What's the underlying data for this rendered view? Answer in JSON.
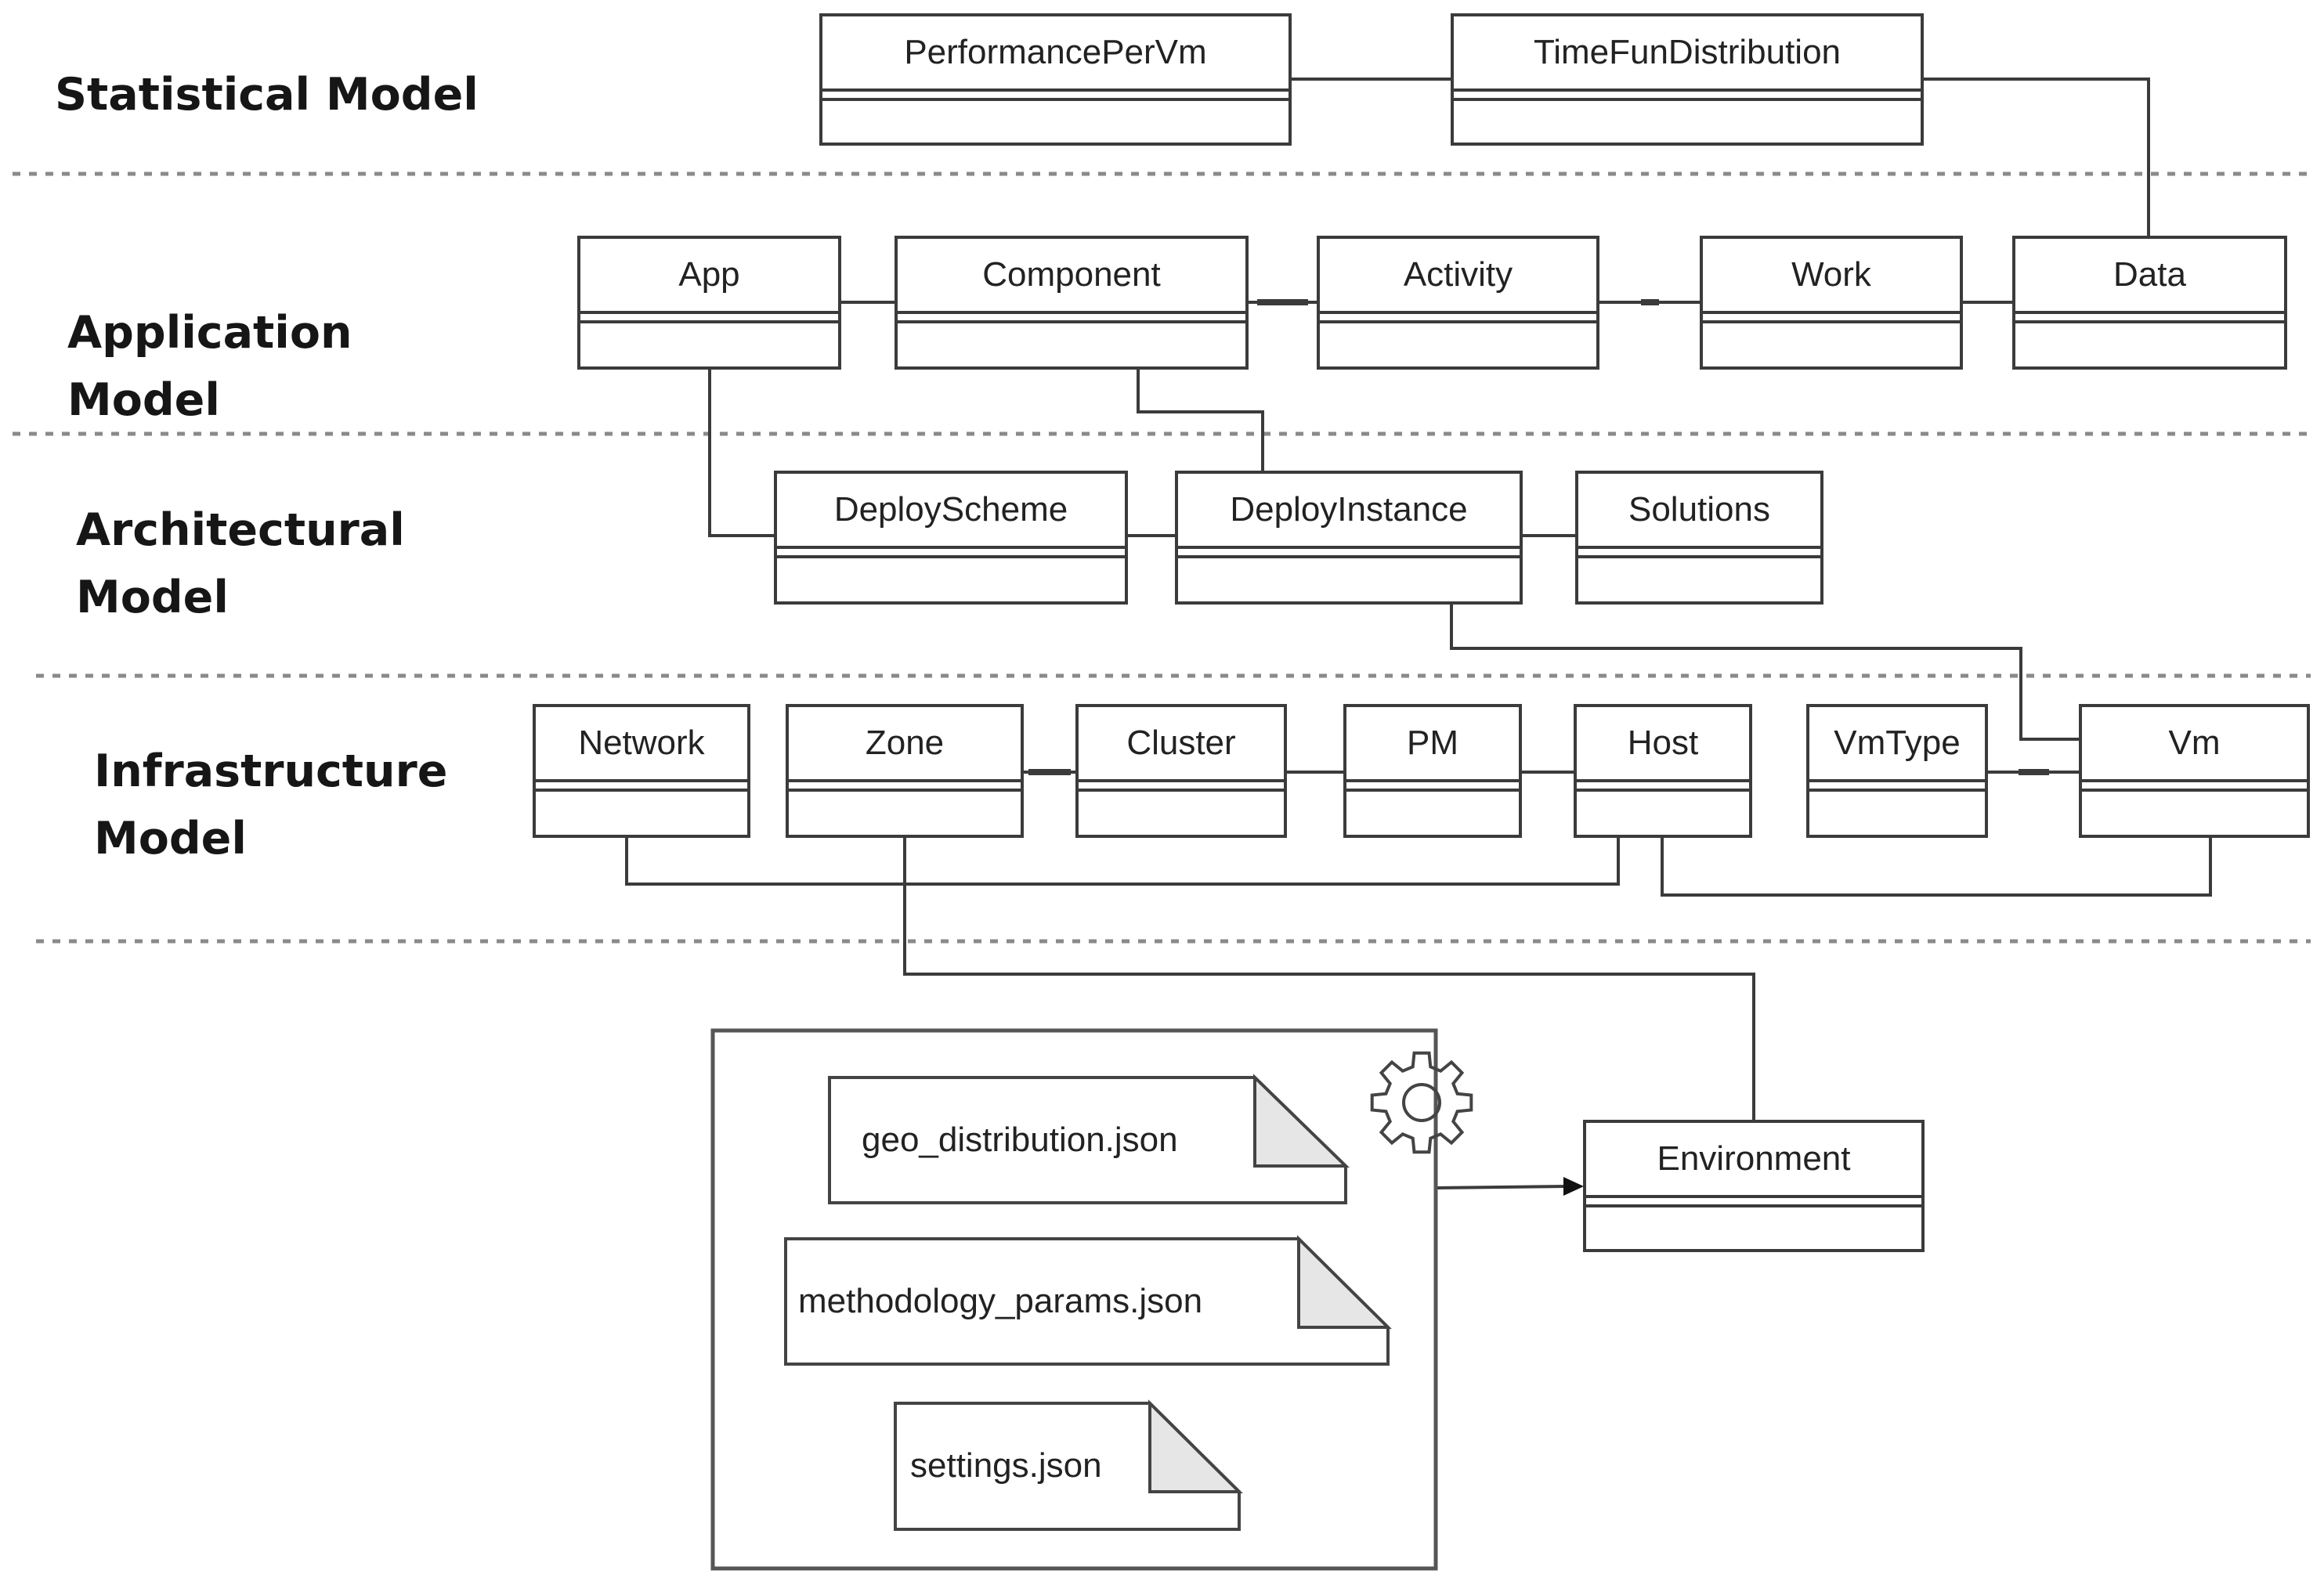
{
  "layers": [
    {
      "id": "statistical",
      "lines": [
        "Statistical Model"
      ]
    },
    {
      "id": "application",
      "lines": [
        "Application",
        "Model"
      ]
    },
    {
      "id": "architectural",
      "lines": [
        "Architectural",
        "Model"
      ]
    },
    {
      "id": "infrastructure",
      "lines": [
        "Infrastructure",
        "Model"
      ]
    }
  ],
  "classes": {
    "performance_per_vm": "PerformancePerVm",
    "time_fun_distribution": "TimeFunDistribution",
    "app": "App",
    "component": "Component",
    "activity": "Activity",
    "work": "Work",
    "data": "Data",
    "deploy_scheme": "DeployScheme",
    "deploy_instance": "DeployInstance",
    "solutions": "Solutions",
    "network": "Network",
    "zone": "Zone",
    "cluster": "Cluster",
    "pm": "PM",
    "host": "Host",
    "vm_type": "VmType",
    "vm": "Vm",
    "environment": "Environment"
  },
  "config_files": {
    "geo_distribution": "geo_distribution.json",
    "methodology_params": "methodology_params.json",
    "settings": "settings.json"
  },
  "config_icon": "gear-icon",
  "colors": {
    "line": "#3b3b3b",
    "separator": "#8a8a8a",
    "fold": "#e6e6e6"
  }
}
